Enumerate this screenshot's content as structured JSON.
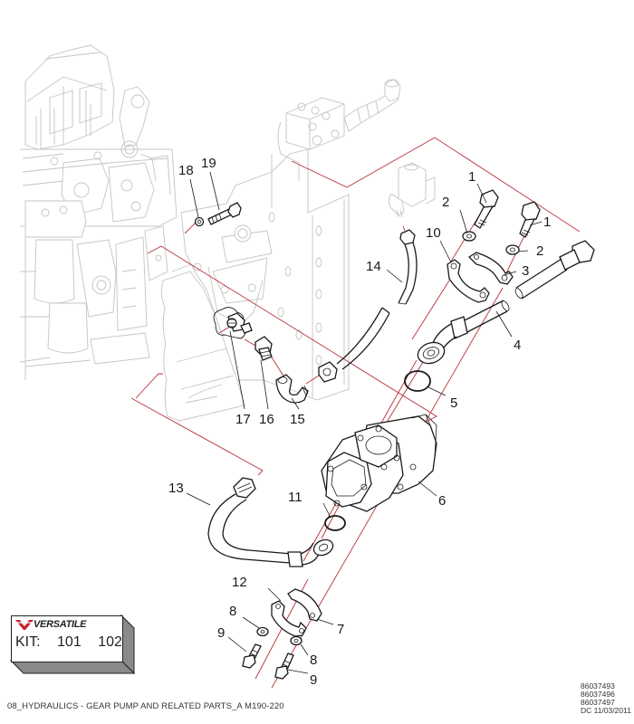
{
  "diagram": {
    "title": "08_HYDRAULICS - GEAR PUMP AND RELATED PARTS_A M190-220",
    "callouts": [
      {
        "id": "1a",
        "label": "1"
      },
      {
        "id": "1b",
        "label": "1"
      },
      {
        "id": "2a",
        "label": "2"
      },
      {
        "id": "2b",
        "label": "2"
      },
      {
        "id": "3",
        "label": "3"
      },
      {
        "id": "4",
        "label": "4"
      },
      {
        "id": "5",
        "label": "5"
      },
      {
        "id": "6",
        "label": "6"
      },
      {
        "id": "7",
        "label": "7"
      },
      {
        "id": "8a",
        "label": "8"
      },
      {
        "id": "8b",
        "label": "8"
      },
      {
        "id": "9a",
        "label": "9"
      },
      {
        "id": "9b",
        "label": "9"
      },
      {
        "id": "10",
        "label": "10"
      },
      {
        "id": "11",
        "label": "11"
      },
      {
        "id": "12",
        "label": "12"
      },
      {
        "id": "13",
        "label": "13"
      },
      {
        "id": "14",
        "label": "14"
      },
      {
        "id": "15",
        "label": "15"
      },
      {
        "id": "16",
        "label": "16"
      },
      {
        "id": "17",
        "label": "17"
      },
      {
        "id": "18",
        "label": "18"
      },
      {
        "id": "19",
        "label": "19"
      }
    ],
    "parts": [
      {
        "ref": "1",
        "name": "bolt"
      },
      {
        "ref": "2",
        "name": "washer"
      },
      {
        "ref": "3",
        "name": "flange half clamp"
      },
      {
        "ref": "4",
        "name": "hose"
      },
      {
        "ref": "5",
        "name": "o-ring"
      },
      {
        "ref": "6",
        "name": "gear pump"
      },
      {
        "ref": "7",
        "name": "flange half clamp"
      },
      {
        "ref": "8",
        "name": "washer"
      },
      {
        "ref": "9",
        "name": "bolt"
      },
      {
        "ref": "10",
        "name": "flange half clamp"
      },
      {
        "ref": "11",
        "name": "o-ring"
      },
      {
        "ref": "12",
        "name": "flange half clamp"
      },
      {
        "ref": "13",
        "name": "suction hose"
      },
      {
        "ref": "14",
        "name": "hose"
      },
      {
        "ref": "15",
        "name": "elbow fitting"
      },
      {
        "ref": "16",
        "name": "adapter"
      },
      {
        "ref": "17",
        "name": "elbow fitting"
      },
      {
        "ref": "18",
        "name": "washer"
      },
      {
        "ref": "19",
        "name": "bolt"
      }
    ]
  },
  "kit": {
    "brand": "VERSATILE",
    "label": "KIT:",
    "numbers": [
      "101",
      "102"
    ],
    "brand_color": "#c8202a"
  },
  "references": {
    "part_numbers": [
      "86037493",
      "86037496",
      "86037497"
    ],
    "date_code": "DC 11/03/2011"
  },
  "colors": {
    "leader_red": "#b8323a",
    "ghost_gray": "#c4c4c4",
    "ink": "#1a1a1a"
  }
}
